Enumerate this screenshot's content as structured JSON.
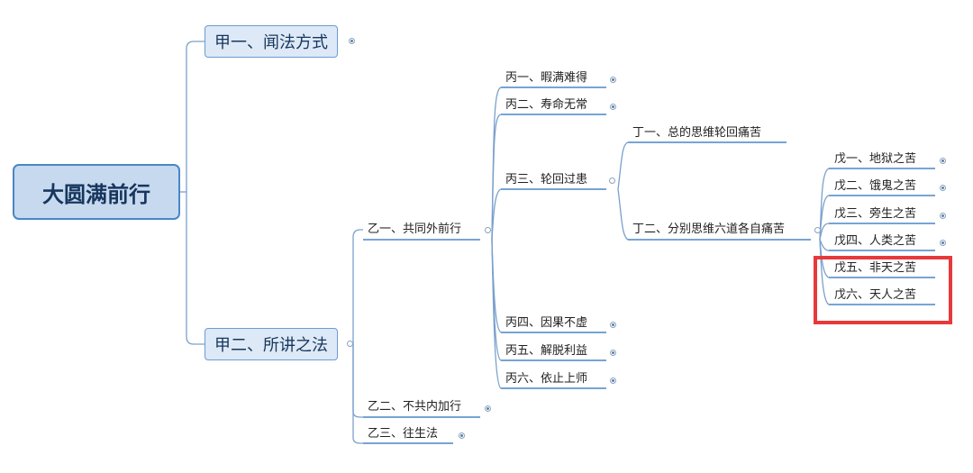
{
  "root": {
    "label": "大圆满前行"
  },
  "jia": [
    {
      "label": "甲一、闻法方式"
    },
    {
      "label": "甲二、所讲之法"
    }
  ],
  "yi": [
    {
      "label": "乙一、共同外前行"
    },
    {
      "label": "乙二、不共内加行"
    },
    {
      "label": "乙三、往生法"
    }
  ],
  "bing": [
    {
      "label": "丙一、暇满难得"
    },
    {
      "label": "丙二、寿命无常"
    },
    {
      "label": "丙三、轮回过患"
    },
    {
      "label": "丙四、因果不虚"
    },
    {
      "label": "丙五、解脱利益"
    },
    {
      "label": "丙六、依止上师"
    }
  ],
  "ding": [
    {
      "label": "丁一、总的思维轮回痛苦"
    },
    {
      "label": "丁二、分别思维六道各自痛苦"
    }
  ],
  "wu": [
    {
      "label": "戊一、地狱之苦"
    },
    {
      "label": "戊二、饿鬼之苦"
    },
    {
      "label": "戊三、旁生之苦"
    },
    {
      "label": "戊四、人类之苦"
    },
    {
      "label": "戊五、非天之苦"
    },
    {
      "label": "戊六、天人之苦"
    }
  ],
  "colors": {
    "line": "#7aa0cc",
    "underline": "#4a86c5",
    "highlight": "#e8393a"
  }
}
